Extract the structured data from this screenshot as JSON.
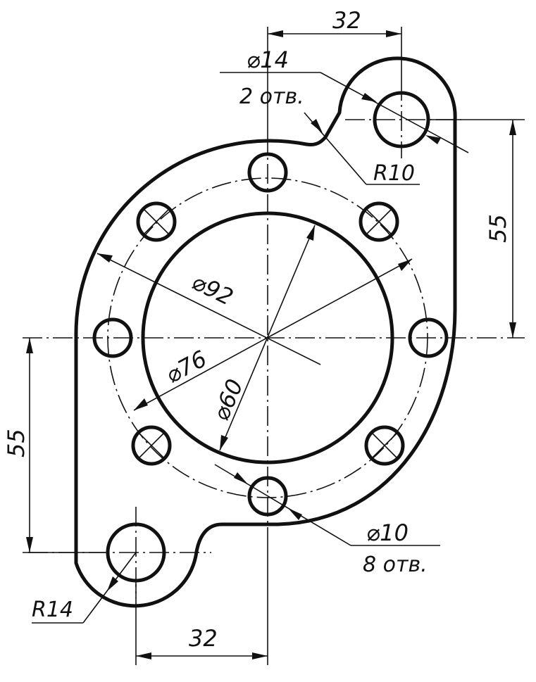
{
  "drawing": {
    "labels": {
      "top_dim": "32",
      "bottom_dim": "32",
      "right_dim": "55",
      "left_dim": "55",
      "small_hole_dia": "⌀14",
      "small_hole_count": "2 отв.",
      "lug_radius_top": "R10",
      "lug_radius_bottom": "R14",
      "outer_dia": "⌀92",
      "pcd_dia": "⌀76",
      "bore_dia": "⌀60",
      "bolt_hole_dia": "⌀10",
      "bolt_hole_count": "8 отв."
    }
  }
}
